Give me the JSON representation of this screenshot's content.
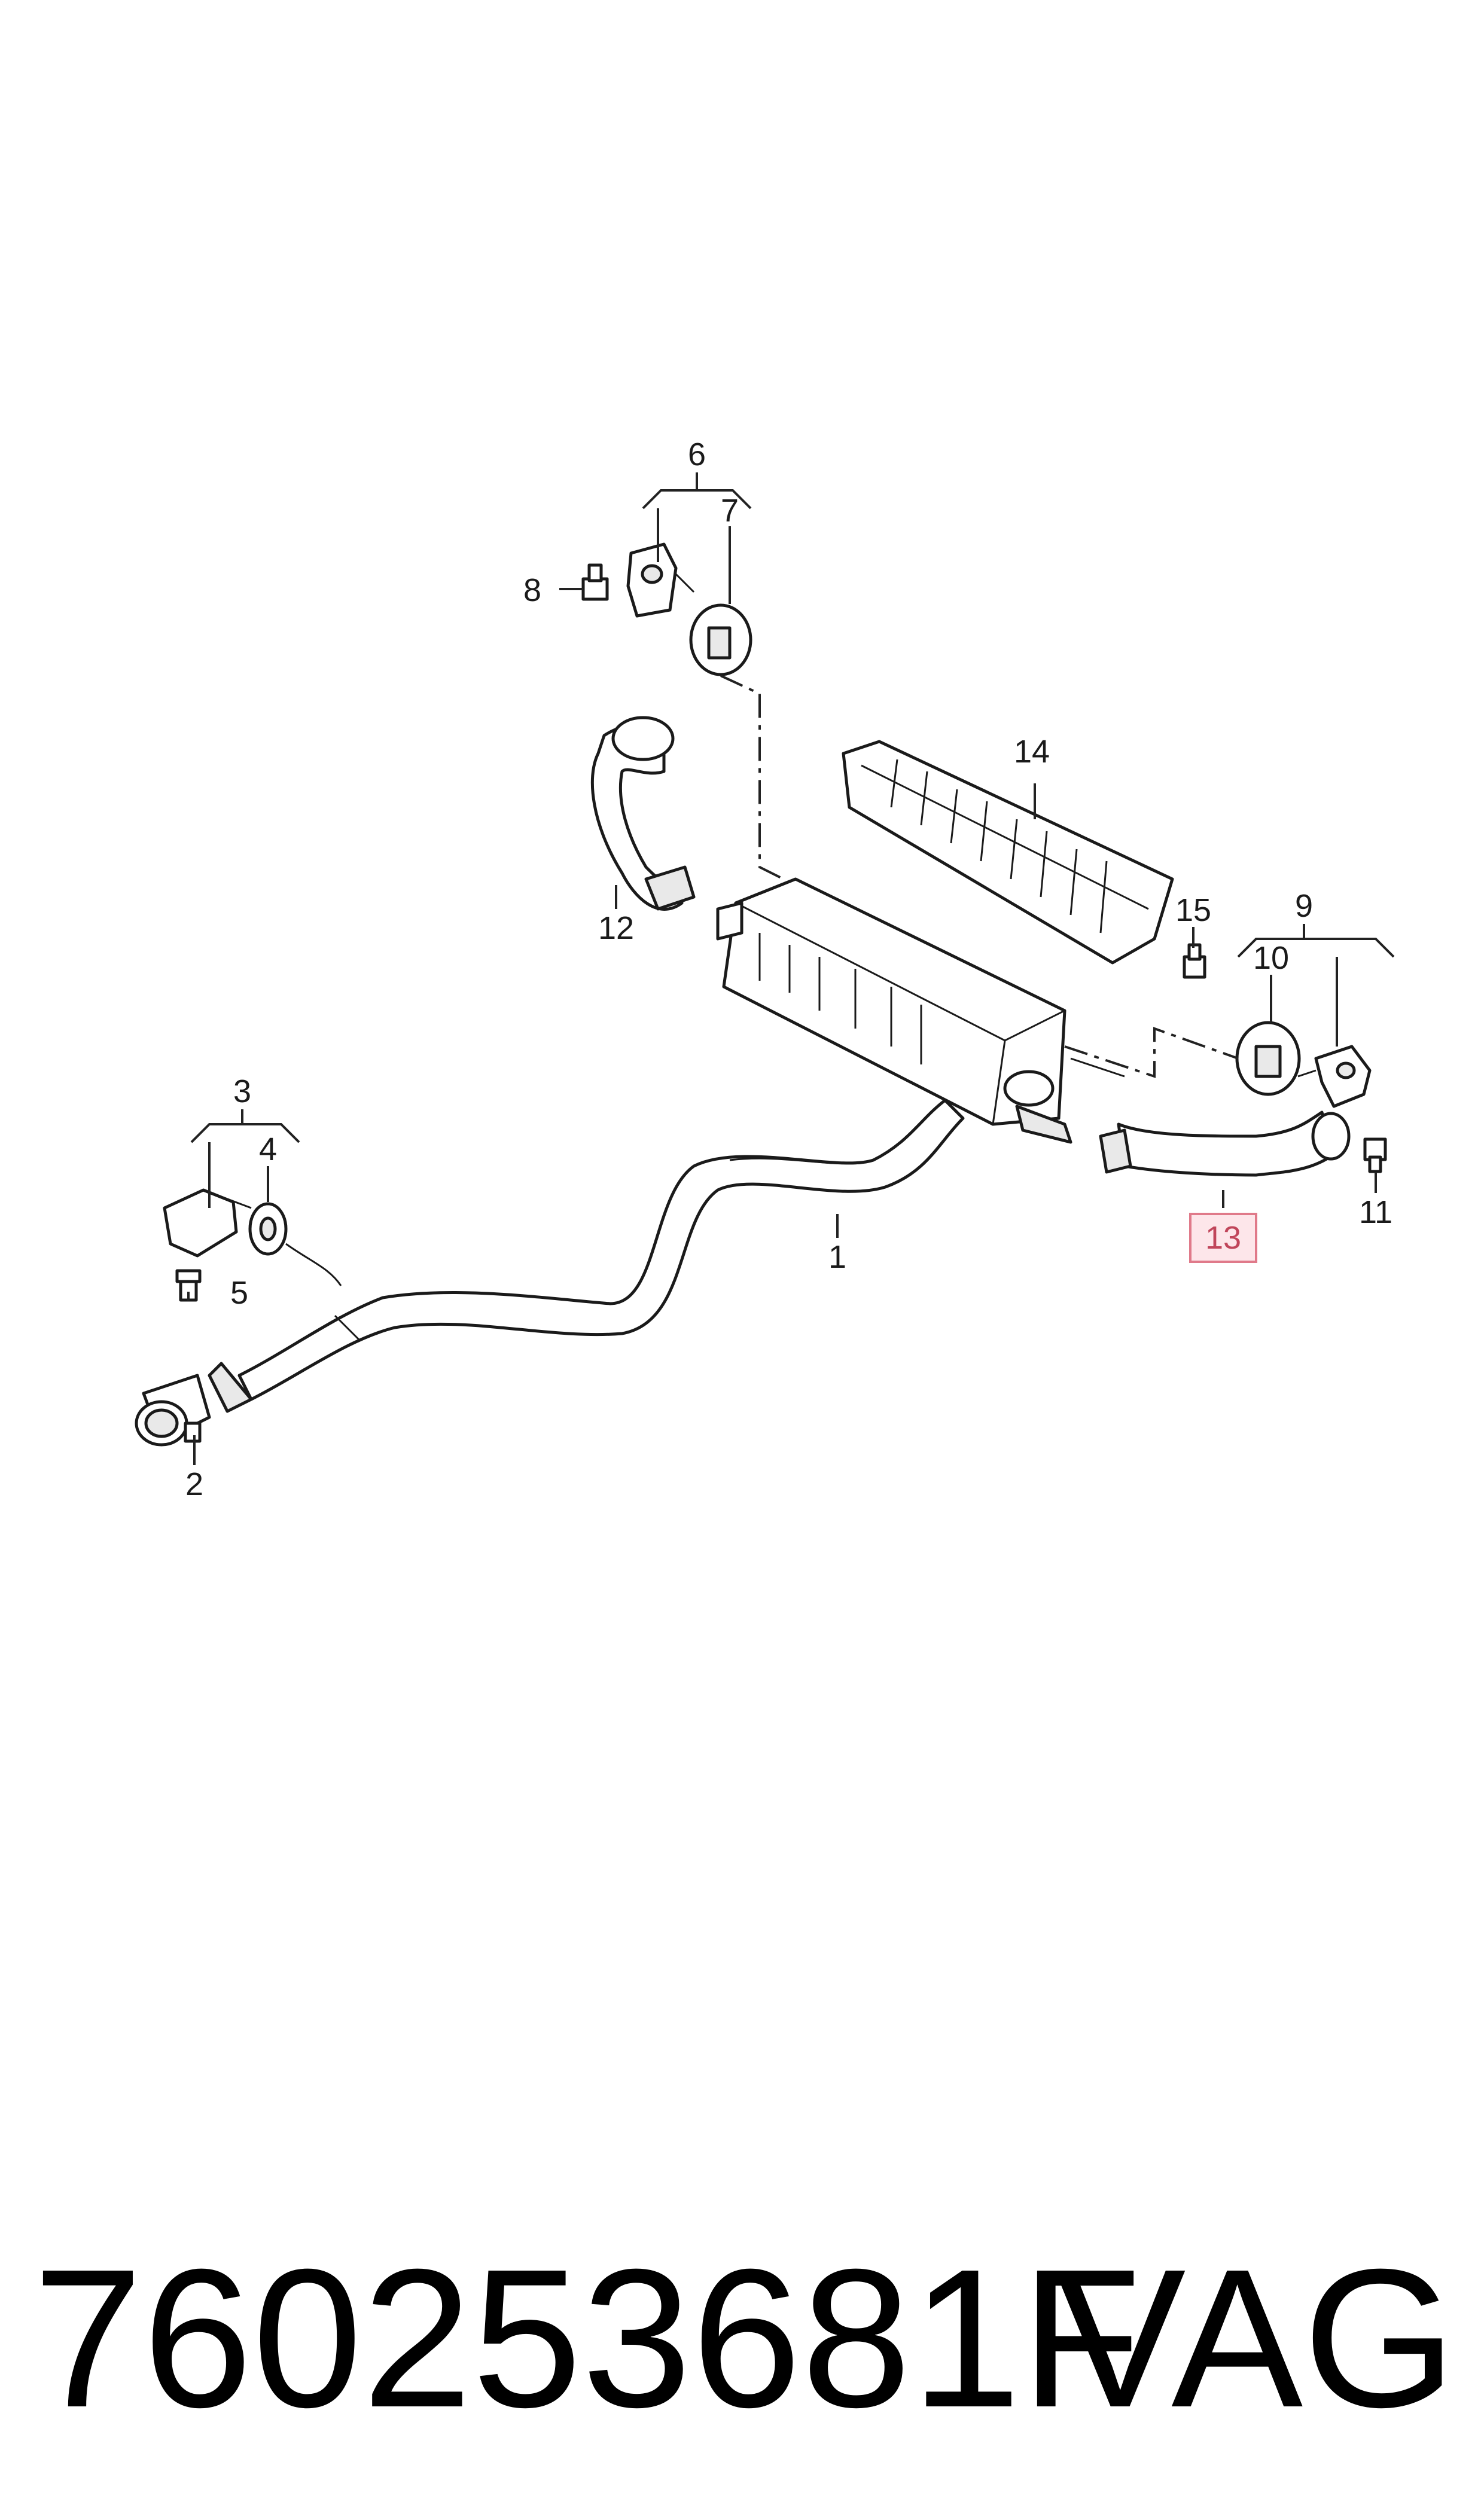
{
  "callouts": {
    "c1": "1",
    "c2": "2",
    "c3": "3",
    "c4": "4",
    "c5": "5",
    "c6": "6",
    "c7": "7",
    "c8": "8",
    "c9": "9",
    "c10": "10",
    "c11": "11",
    "c12": "12",
    "c13": "13",
    "c14": "14",
    "c15": "15"
  },
  "highlighted_callout": "13",
  "footer": {
    "part_number": "760253681F",
    "brand": "VAG"
  },
  "colors": {
    "highlight_fill": "#fde6ea",
    "highlight_border": "#e07a8a"
  }
}
